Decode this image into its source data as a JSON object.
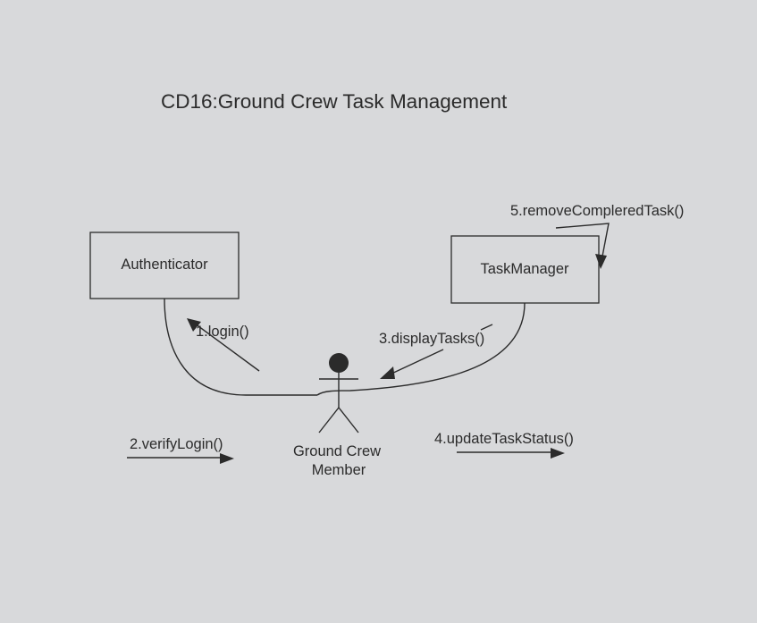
{
  "diagram": {
    "title": "CD16:Ground Crew Task Management",
    "nodes": {
      "authenticator": "Authenticator",
      "task_manager": "TaskManager",
      "actor_line1": "Ground Crew",
      "actor_line2": "Member"
    },
    "messages": {
      "m1": "1.login()",
      "m2": "2.verifyLogin()",
      "m3": "3.displayTasks()",
      "m4": "4.updateTaskStatus()",
      "m5": "5.removeCompleredTask()"
    }
  },
  "colors": {
    "background": "#d8d9db",
    "ink": "#2b2b2b"
  }
}
